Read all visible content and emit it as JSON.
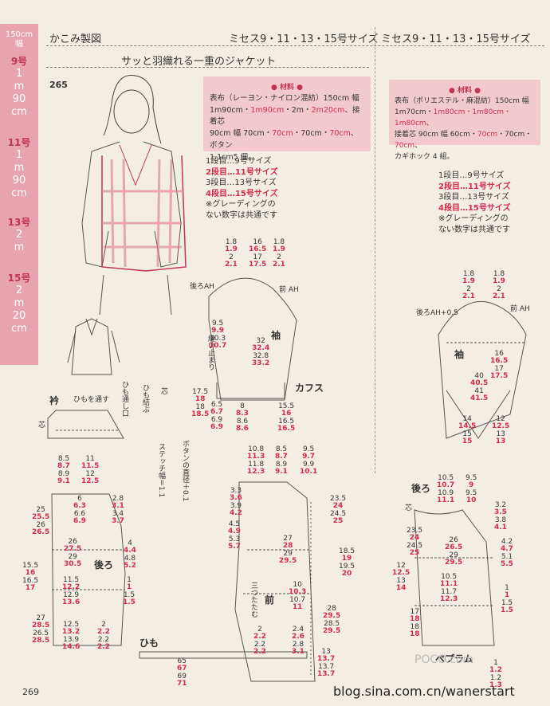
{
  "header": {
    "section": "かこみ製図",
    "size_left": "ミセス9・11・13・15号サイズ",
    "size_right": "ミセス9・11・13・15号サイズ",
    "title": "サッと羽織れる一重のジャケット"
  },
  "side_tab": {
    "fabric": "150cm",
    "fabric2": "幅",
    "sizes": [
      {
        "size": "9号",
        "amount": [
          "1",
          "m",
          "90",
          "cm"
        ]
      },
      {
        "size": "11号",
        "amount": [
          "1",
          "m",
          "90",
          "cm"
        ]
      },
      {
        "size": "13号",
        "amount": [
          "2",
          "m"
        ]
      },
      {
        "size": "15号",
        "amount": [
          "2",
          "m",
          "20",
          "cm"
        ]
      }
    ]
  },
  "item_number": "265",
  "materials_left": {
    "title": "● 材料 ●",
    "l1": "表布（レーヨン・ナイロン混紡）150cm 幅",
    "l2a": "1m90cm・",
    "l2b": "1m90cm",
    "l2c": "・2m・",
    "l2d": "2m20cm",
    "l2e": "、接着芯",
    "l3a": "90cm 幅 70cm・",
    "l3b": "70cm",
    "l3c": "・70cm・",
    "l3d": "70cm",
    "l3e": "、ボタン",
    "l4": "1.1cm5 個。"
  },
  "materials_right": {
    "title": "● 材料 ●",
    "l1": "表布（ポリエステル・麻混紡）150cm 幅",
    "l2a": "1m70cm・",
    "l2b": "1m80cm",
    "l2c": "・1m80cm・",
    "l2d": "1m80cm",
    "l2e": "、",
    "l3a": "接着芯 90cm 幅 60cm・",
    "l3b": "70cm",
    "l3c": "・70cm・",
    "l3d": "70cm",
    "l3e": "、",
    "l4": "カギホック 4 組。"
  },
  "legend": {
    "l1": "1段目…9号サイズ",
    "l2": "2段目…11号サイズ",
    "l3": "3段目…13号サイズ",
    "l4": "4段目…15号サイズ",
    "l5": "※グレーディングの",
    "l6": "ない数字は共通です"
  },
  "labels": {
    "sleeve": "袖",
    "cuffs": "カフス",
    "collar": "衿",
    "back": "後ろ",
    "front": "前",
    "himo": "ひも",
    "peplum": "ペプラム",
    "back_ah": "後ろAH",
    "front_ah": "前 AH",
    "back_ah2": "後ろAH+0.5",
    "front_ah2": "前 AH",
    "himo_tosu": "ひもを通す",
    "himo_kuchi": "ひも通し口",
    "himo_musubu": "ひも結ぶ",
    "nuidomari": "縫い止まり",
    "button_note": "ボタンの直径＋0.1",
    "stitch_note": "ステッチ幅＝1.1",
    "mitsutatami": "三つたたむ",
    "shin": "芯"
  },
  "page_number": "269",
  "watermark": "blog.sina.com.cn/wanerstart",
  "watermark_logo": "POCO.com"
}
